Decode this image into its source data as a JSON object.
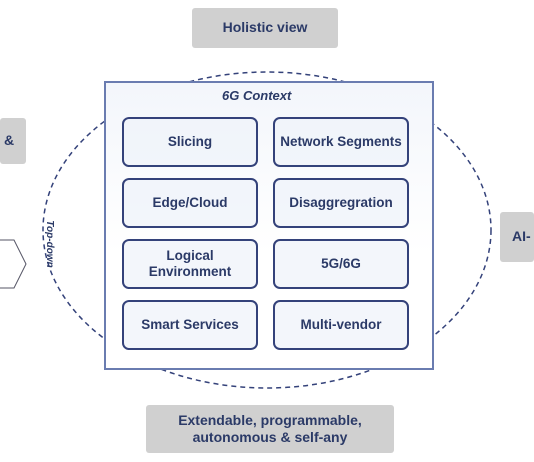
{
  "labels": {
    "top": "Holistic view",
    "bottom": "Extendable, programmable, autonomous & self-any",
    "left": "&",
    "right": "AI-",
    "context_title": "6G Context",
    "top_down": "Top-down"
  },
  "cells": [
    "Slicing",
    "Network Segments",
    "Edge/Cloud",
    "Disaggregration",
    "Logical Environment",
    "5G/6G",
    "Smart Services",
    "Multi-vendor"
  ],
  "colors": {
    "text": "#2b3a67",
    "frame": "#6a7cb0",
    "cell_border": "#34427a",
    "gray_box": "#d0d0d0",
    "ellipse": "#34427a"
  }
}
